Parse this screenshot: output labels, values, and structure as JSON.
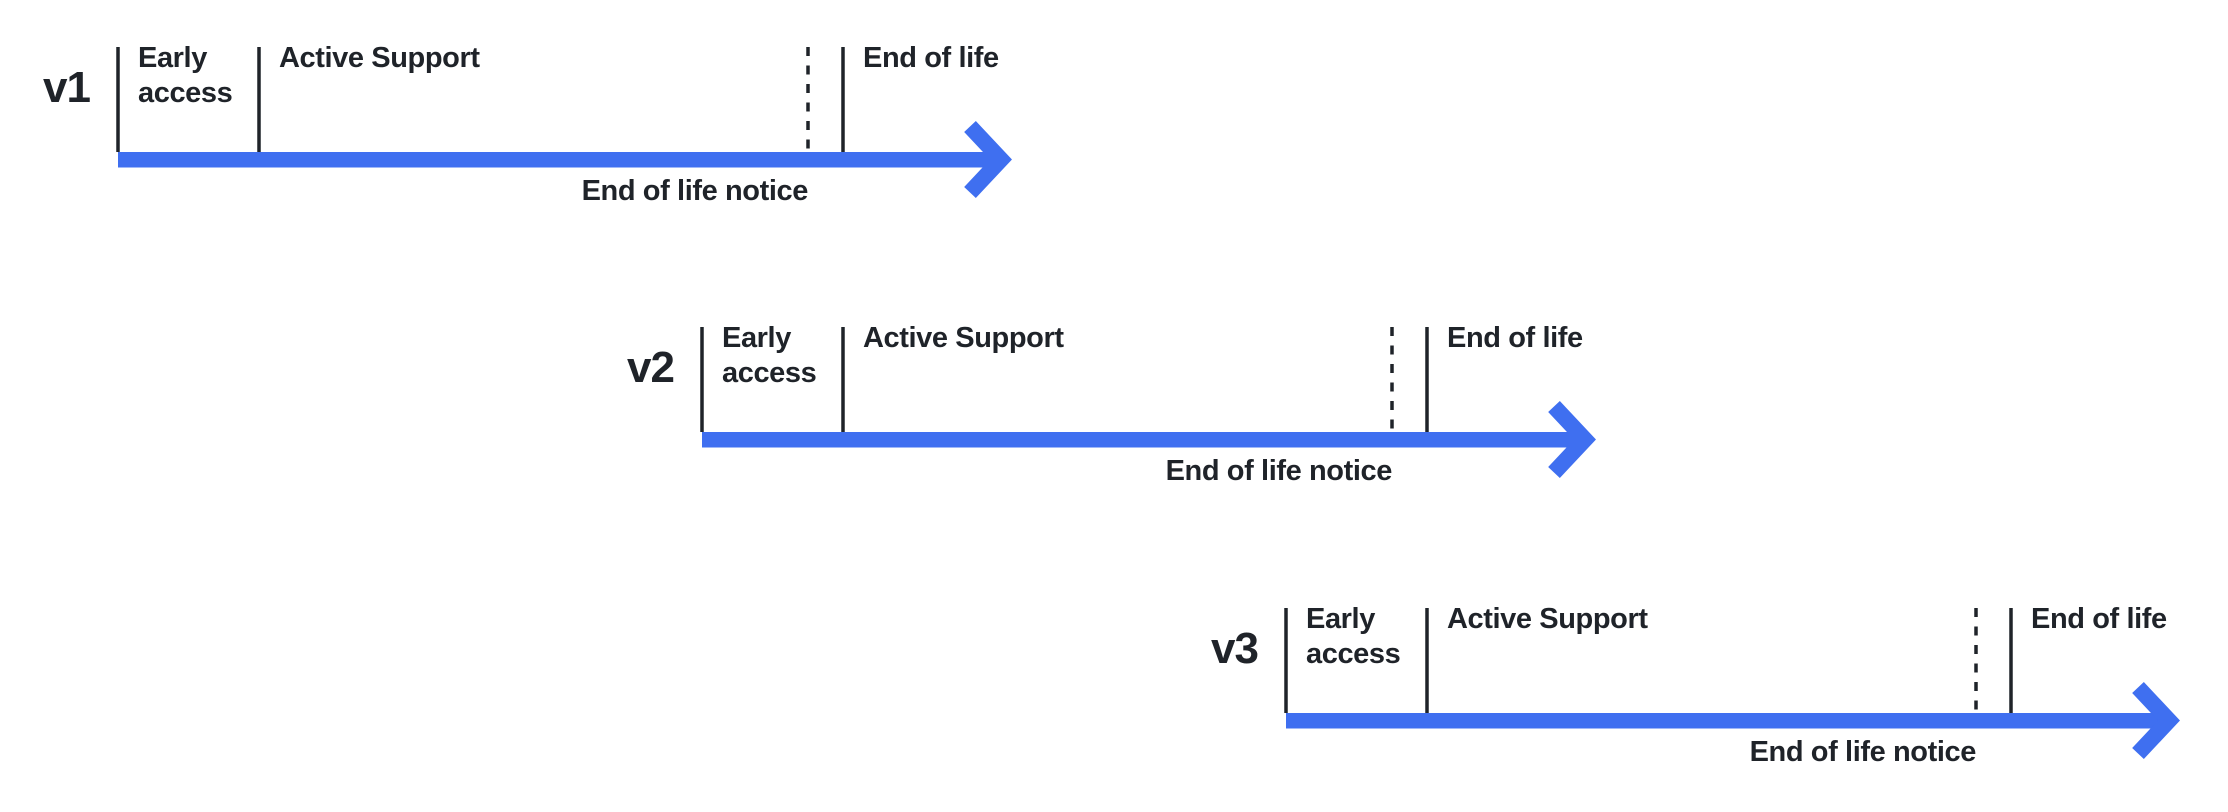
{
  "diagram": {
    "colors": {
      "arrow_blue": "#3f6ff0",
      "ink": "#1f2329",
      "background": "#ffffff"
    },
    "rows": [
      {
        "version": "v1",
        "phase_early": "Early access",
        "phase_active": "Active Support",
        "phase_end": "End of life",
        "notice": "End of life notice"
      },
      {
        "version": "v2",
        "phase_early": "Early access",
        "phase_active": "Active Support",
        "phase_end": "End of life",
        "notice": "End of life notice"
      },
      {
        "version": "v3",
        "phase_early": "Early access",
        "phase_active": "Active Support",
        "phase_end": "End of life",
        "notice": "End of life notice"
      }
    ]
  }
}
